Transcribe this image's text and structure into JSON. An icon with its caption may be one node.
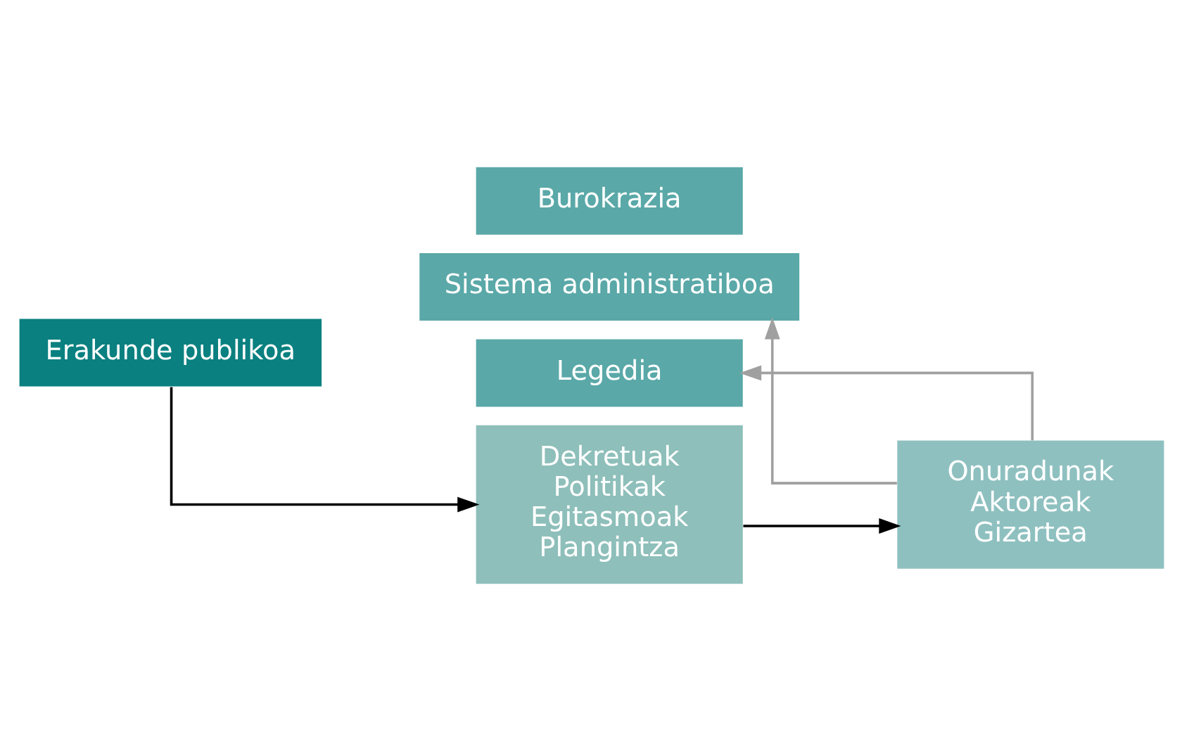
{
  "diagram": {
    "nodes": [
      {
        "text": [
          "Erakunde publikoa"
        ]
      },
      {
        "text": [
          "Burokrazia"
        ]
      },
      {
        "text": [
          "Sistema administratiboa"
        ]
      },
      {
        "text": [
          "Legedia"
        ]
      },
      {
        "text": [
          "Onuradunak",
          "Aktoreak",
          "Gizartea"
        ]
      },
      {
        "text": [
          "Dekretuak",
          "Politikak",
          "Egitasmoak",
          "Plangintza"
        ]
      }
    ],
    "edges": [
      {
        "from": 0,
        "to": 5,
        "arrow": "to"
      },
      {
        "from": 5,
        "to": 4,
        "arrow": "to"
      },
      {
        "from": 4,
        "to": 2,
        "arrow": "to",
        "color": "#a0a0a0"
      },
      {
        "from": 4,
        "to": 3,
        "arrow": "to",
        "color": "#a0a0a0"
      }
    ]
  }
}
